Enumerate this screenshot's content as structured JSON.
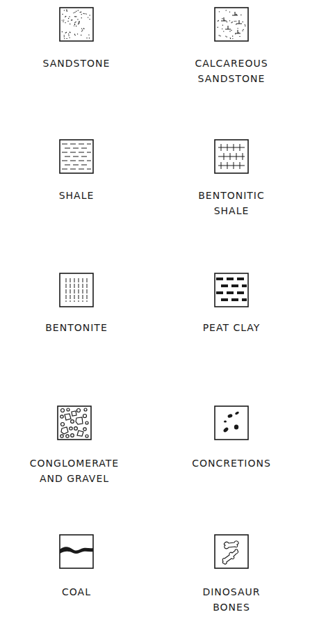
{
  "diagram": {
    "legend": [
      {
        "text": "SANDSTONE"
      },
      {
        "text": "CALCAREOUS SANDSTONE"
      },
      {
        "text": "SHALE"
      },
      {
        "text": "BENTONITIC SHALE"
      },
      {
        "text": "BENTONITE"
      },
      {
        "text": "PEAT CLAY"
      },
      {
        "text": "CONGLOMERATE AND GRAVEL"
      },
      {
        "text": "CONCRETIONS"
      },
      {
        "text": "COAL"
      },
      {
        "text": "DINOSAUR BONES"
      }
    ]
  }
}
